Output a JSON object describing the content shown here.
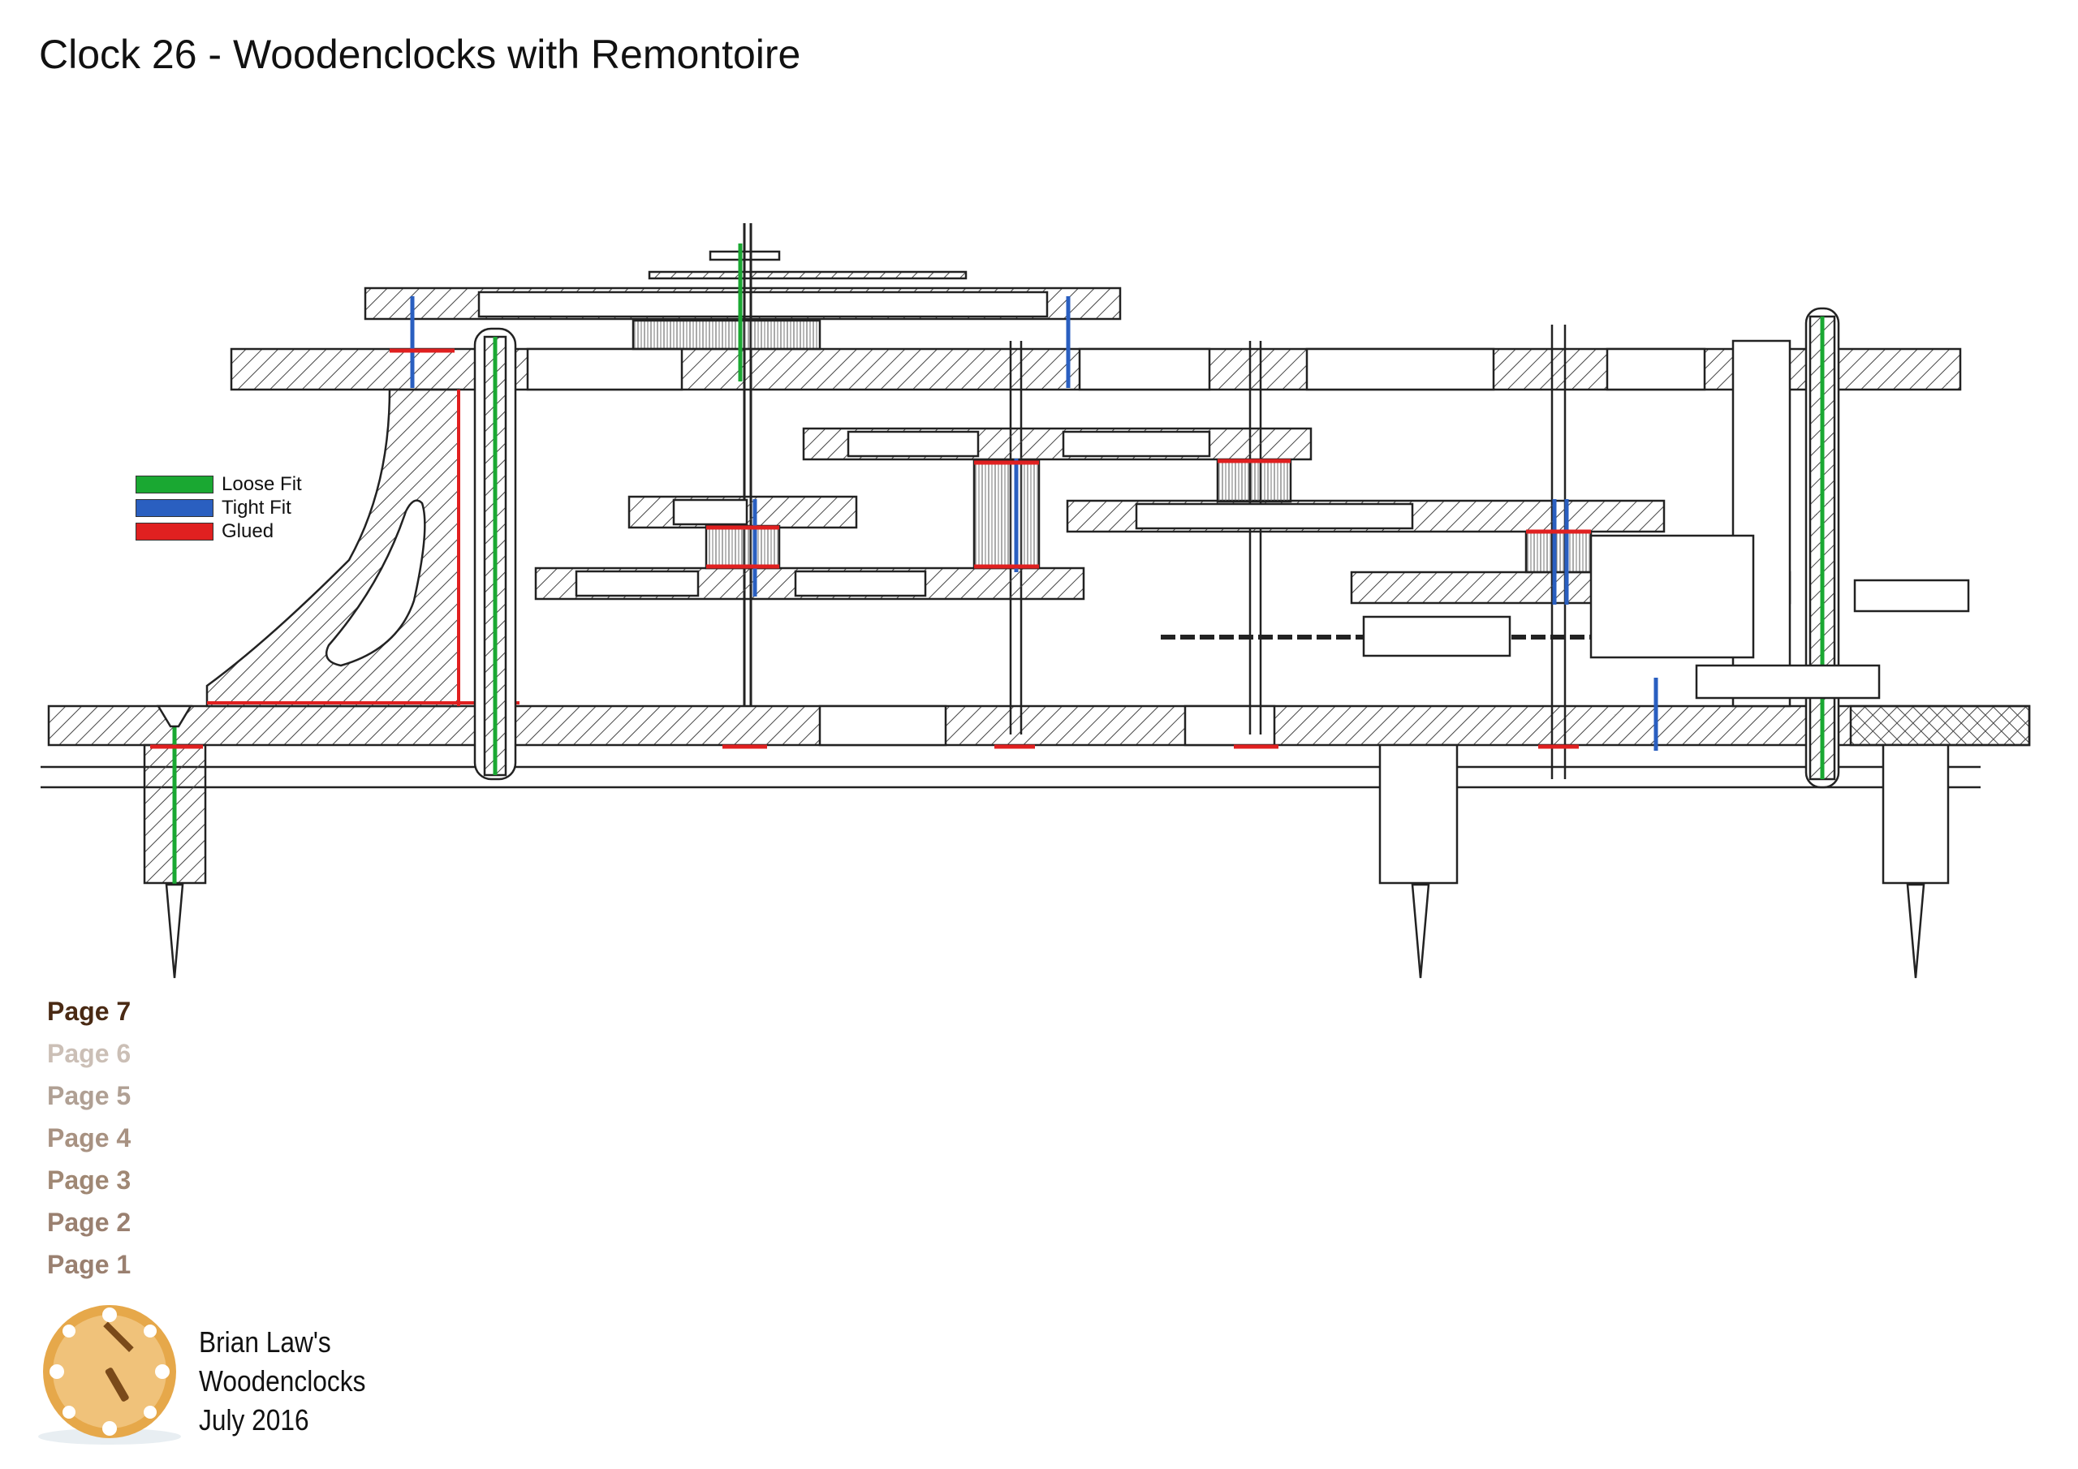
{
  "title": "Clock 26 - Woodenclocks with Remontoire",
  "legend": [
    {
      "label": "Loose Fit",
      "color": "#1aa832"
    },
    {
      "label": "Tight Fit",
      "color": "#2a5fc0"
    },
    {
      "label": "Glued",
      "color": "#e02020"
    }
  ],
  "pages": [
    {
      "label": "Page 7",
      "color": "#4a2a14"
    },
    {
      "label": "Page 6",
      "color": "#cbbfb6"
    },
    {
      "label": "Page 5",
      "color": "#b0a094"
    },
    {
      "label": "Page 4",
      "color": "#a89282"
    },
    {
      "label": "Page 3",
      "color": "#a08874"
    },
    {
      "label": "Page 2",
      "color": "#9a8070"
    },
    {
      "label": "Page 1",
      "color": "#9a8070"
    }
  ],
  "credit": {
    "line1": "Brian Law's",
    "line2": "Woodenclocks",
    "line3": "July 2016"
  },
  "colors": {
    "line": "#222222",
    "hatch": "#444444",
    "wood": "#d9a85a"
  }
}
